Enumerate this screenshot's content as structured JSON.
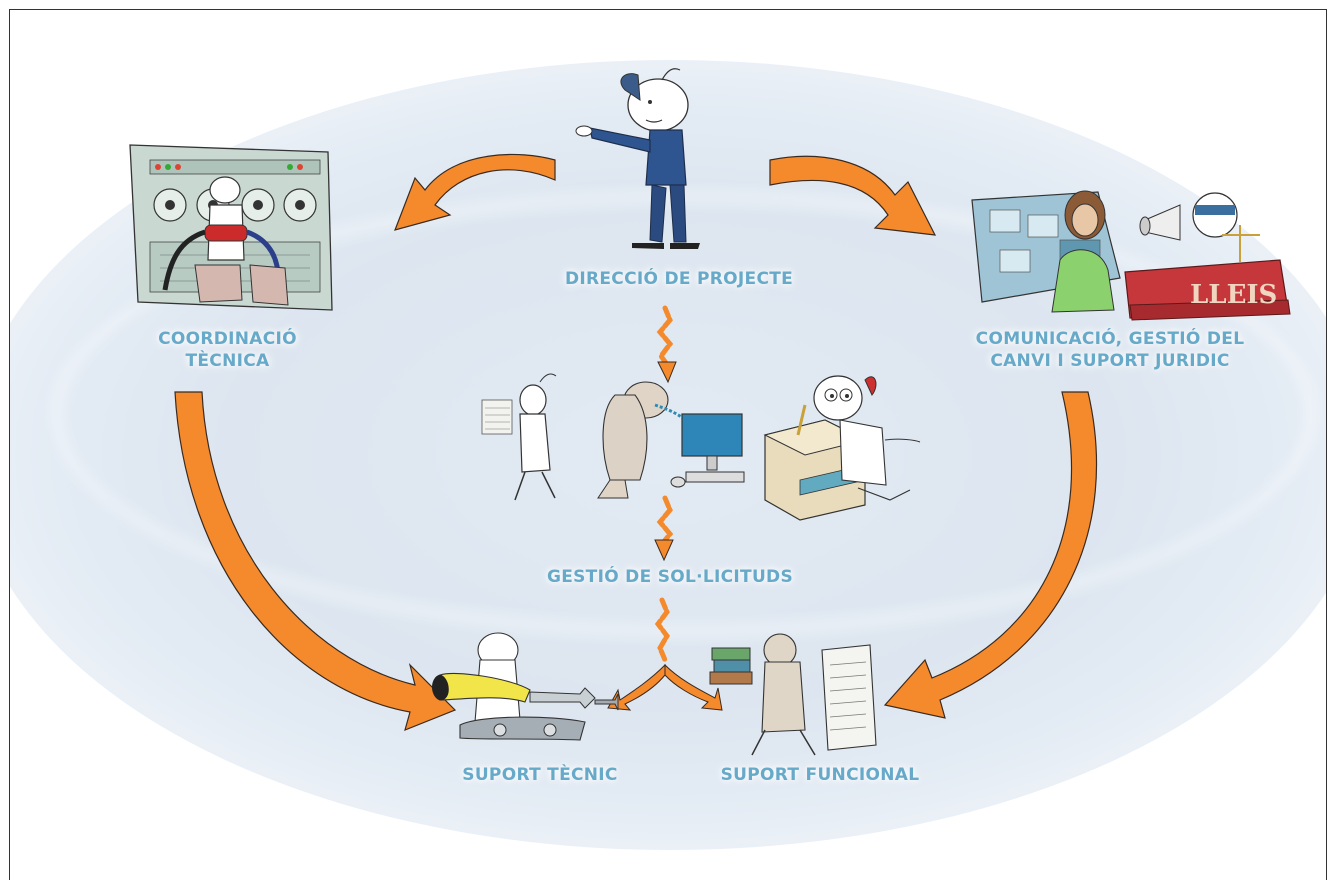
{
  "nodes": {
    "direction": {
      "label": "DIRECCIÓ DE PROJECTE"
    },
    "coordination": {
      "line1": "COORDINACIÓ",
      "line2": "TÈCNICA"
    },
    "communication": {
      "line1": "COMUNICACIÓ, GESTIÓ DEL",
      "line2": "CANVI I SUPORT JURIDIC"
    },
    "requests": {
      "label": "GESTIÓ DE SOL·LICITUDS"
    },
    "technical_support": {
      "label": "SUPORT TÈCNIC"
    },
    "functional_support": {
      "label": "SUPORT FUNCIONAL"
    }
  },
  "illustration_text": {
    "law_book": "LLEIS"
  },
  "colors": {
    "arrow": "#f48a2c",
    "arrow_outline": "#3a2a20",
    "label": "#67a9c8",
    "background": "#dde6f0"
  }
}
